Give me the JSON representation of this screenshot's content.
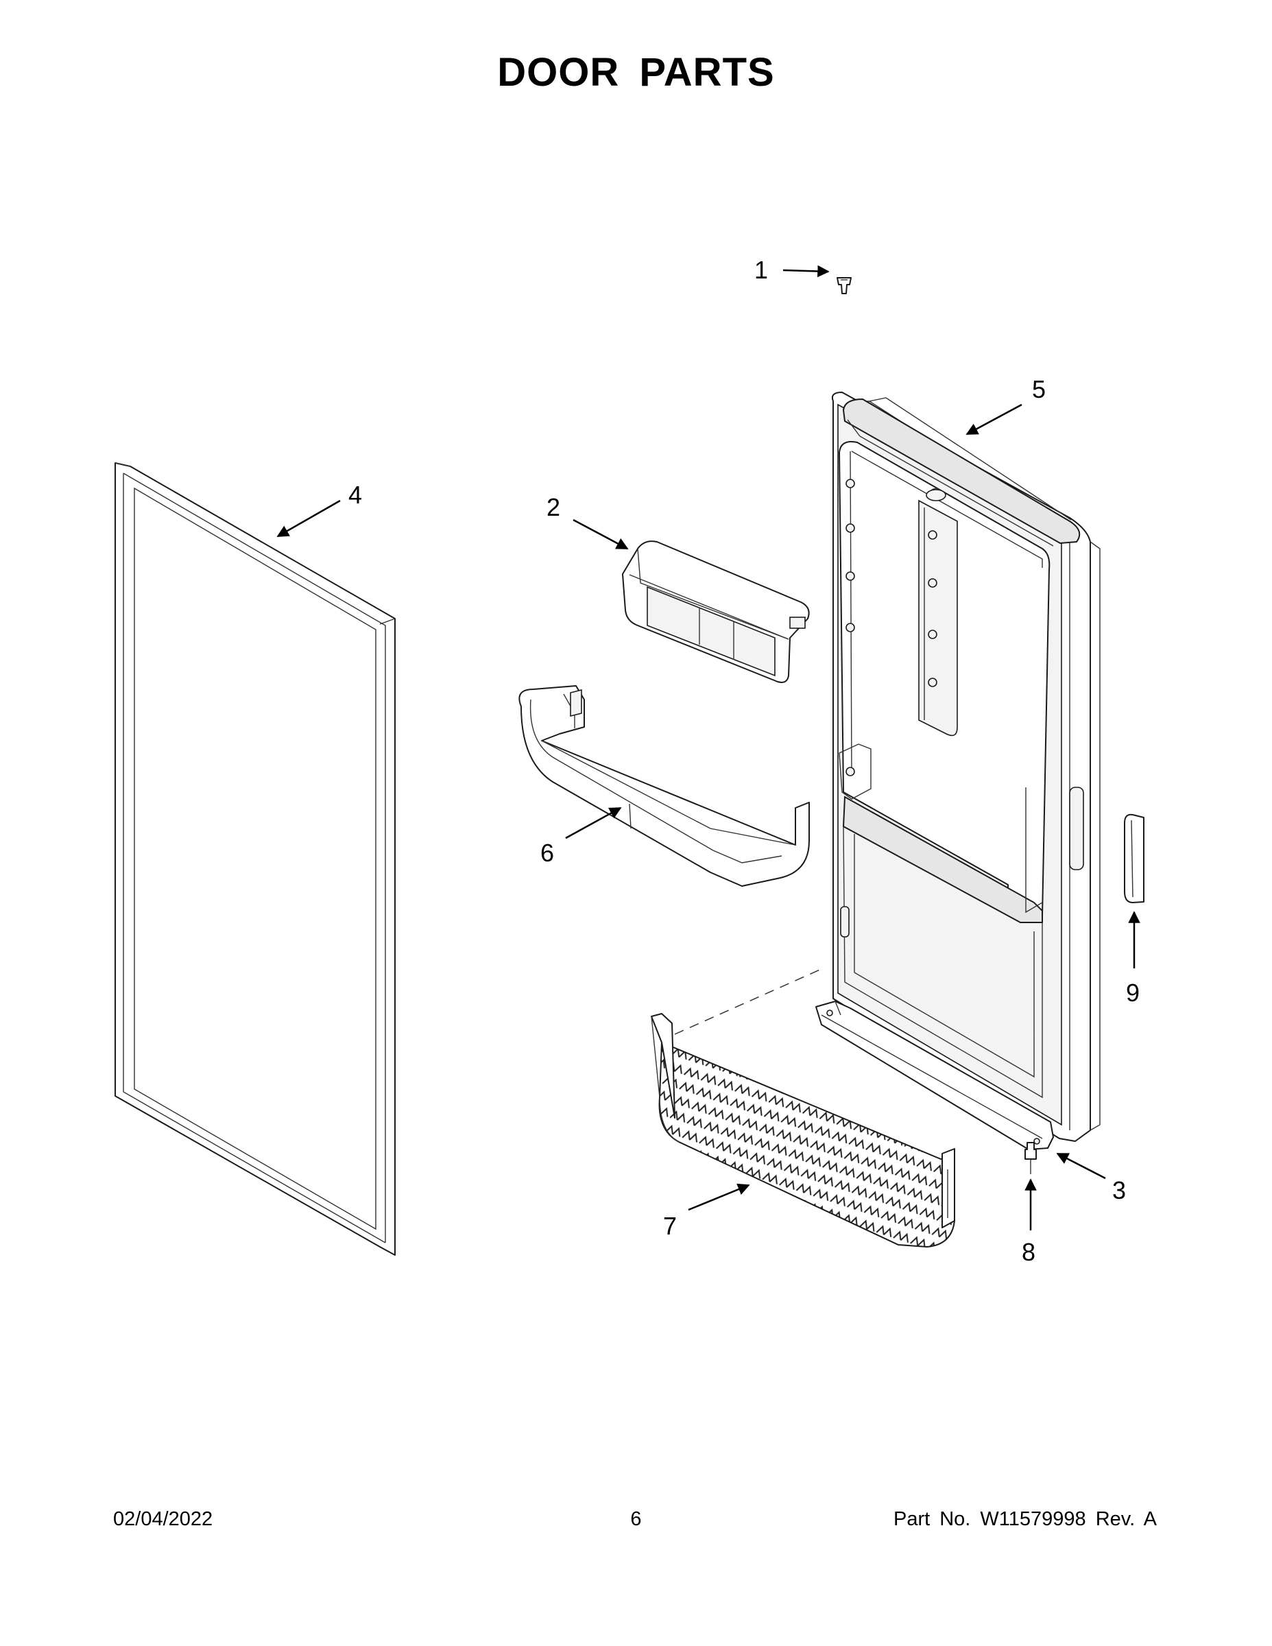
{
  "title": "DOOR PARTS",
  "callouts": [
    "1",
    "2",
    "3",
    "4",
    "5",
    "6",
    "7",
    "8",
    "9"
  ],
  "footer": {
    "date": "02/04/2022",
    "page": "6",
    "part_no": "Part No.  W11579998  Rev.  A"
  }
}
